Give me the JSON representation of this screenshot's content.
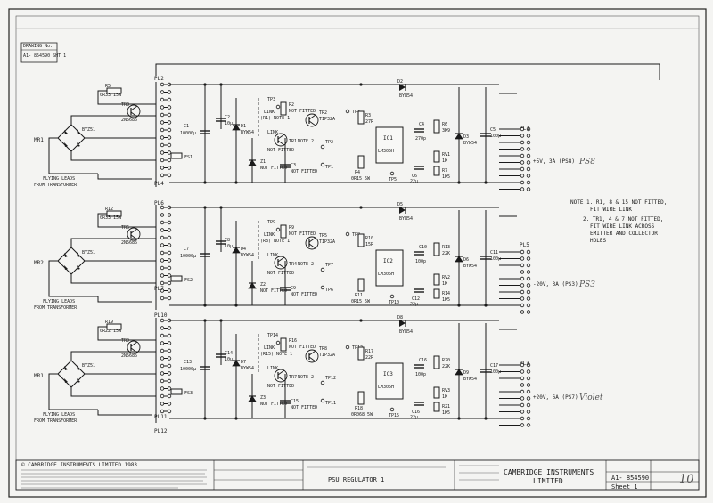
{
  "drawing_number_tab": "A1- 854590  SHT 1",
  "drawing_number_tab_label": "DRAWING No.",
  "tb_title": "PSU  REGULATOR 1",
  "tb_company_1": "CAMBRIDGE INSTRUMENTS",
  "tb_company_2": "LIMITED",
  "tb_drawing_no": "A1- 854590",
  "tb_sheet": "Sheet 1",
  "tb_copyright": "© CAMBRIDGE INSTRUMENTS LIMITED 1983",
  "handwritten_corner": "10",
  "notes": {
    "n1": "NOTE 1.  R1, 8 & 15 NOT FITTED,",
    "n1b": "FIT WIRE LINK",
    "n2": "2. TR1, 4 & 7  NOT FITTED,",
    "n2b": "FIT WIRE LINK ACROSS",
    "n2c": "EMITTER AND COLLECTOR",
    "n2d": "HOLES"
  },
  "connectors": {
    "pl2": "PL2",
    "pl4": "PL4",
    "pl6": "PL6",
    "pl7": "PL7",
    "pl10": "PL10",
    "pl11": "PL11",
    "pl12": "PL12",
    "pl1": "PL1",
    "pl5": "PL5",
    "pl3": "PL3"
  },
  "flying_leads": {
    "line1": "FLYING LEADS",
    "line2": "FROM TRANSFORMER"
  },
  "sections": [
    {
      "bridge": "MR1",
      "bridge_part": "BYZ51",
      "fuse": "FS1",
      "r_sense": "R5",
      "r_sense_val": "0R33 15W",
      "tr_pass": "TR3",
      "tr_pass_part": "2N5686",
      "cap_main": "C1",
      "cap_main_val": "10000µ",
      "cap2": "C2",
      "cap2_val": "10µ",
      "zener": "Z1",
      "zener_note": "NOT FITTED",
      "cap_nf": "C3",
      "cap_nf_note": "NOT FITTED",
      "link": "LINK",
      "link_note": "(R1) NOTE 1",
      "r_top": "R2",
      "r_top_note": "NOT FITTED",
      "tr_drv": "TR2",
      "tr_drv_part": "TIP32A",
      "tr_opt": "TR1",
      "tr_opt_note": "NOTE 2",
      "link2": "LINK",
      "nf": "NOT FITTED",
      "diode_a": "D1",
      "diode_a_part": "BYW54",
      "diode_top": "D2",
      "diode_top_part": "BYW54",
      "r_feed": "R3",
      "r_feed_val": "27R",
      "r_out": "R4",
      "r_out_val": "0R15 5W",
      "ic": "IC1",
      "ic_part": "LM305H",
      "cap_c4": "C4",
      "cap_c4_val": "270p",
      "r6": "R6",
      "r6_val": "3K9",
      "rv": "RV1",
      "rv_val": "1K",
      "r7": "R7",
      "r7_val": "1K5",
      "cap_c6": "C6",
      "cap_c6_val": "22µ",
      "diode_out": "D3",
      "diode_out_part": "BYW54",
      "cap_out": "C5",
      "cap_out_val": "100µ",
      "tp_a": "TP4",
      "tp_b": "TP3",
      "tp_c": "TP2",
      "tp_d": "TP1",
      "tp_e": "TP5",
      "output": "+5V, 3A (PS8)",
      "hand": "PS8"
    },
    {
      "bridge": "MR2",
      "bridge_part": "BYZ51",
      "fuse": "FS2",
      "r_sense": "R12",
      "r_sense_val": "0R33 15W",
      "tr_pass": "TR6",
      "tr_pass_part": "2N5686",
      "cap_main": "C7",
      "cap_main_val": "10000µ",
      "cap2": "C8",
      "cap2_val": "10µ",
      "zener": "Z2",
      "zener_note": "NOT FITTED",
      "cap_nf": "C9",
      "cap_nf_note": "NOT FITTED",
      "link": "LINK",
      "link_note": "(R8) NOTE 1",
      "r_top": "R9",
      "r_top_note": "NOT FITTED",
      "tr_drv": "TR5",
      "tr_drv_part": "TIP32A",
      "tr_opt": "TR4",
      "tr_opt_note": "NOTE 2",
      "link2": "LINK",
      "nf": "NOT FITTED",
      "diode_a": "D4",
      "diode_a_part": "BYW54",
      "diode_top": "D5",
      "diode_top_part": "BYW54",
      "r_feed": "R10",
      "r_feed_val": "15R",
      "r_out": "R11",
      "r_out_val": "0R15 5W",
      "ic": "IC2",
      "ic_part": "LM305H",
      "cap_c4": "C10",
      "cap_c4_val": "100p",
      "r6": "R13",
      "r6_val": "22K",
      "rv": "RV2",
      "rv_val": "1K",
      "r7": "R14",
      "r7_val": "1K5",
      "cap_c6": "C12",
      "cap_c6_val": "22µ",
      "diode_out": "D6",
      "diode_out_part": "BYW54",
      "cap_out": "C11",
      "cap_out_val": "100µ",
      "tp_a": "TP8",
      "tp_b": "TP9",
      "tp_c": "TP7",
      "tp_d": "TP6",
      "tp_e": "TP10",
      "output": "-20V, 3A (PS3)",
      "hand": "PS3"
    },
    {
      "bridge": "MR1",
      "bridge_part": "BYZ51",
      "fuse": "FS3",
      "r_sense": "R19",
      "r_sense_val": "0R22 15W",
      "tr_pass": "TR9",
      "tr_pass_part": "2N5686",
      "cap_main": "C13",
      "cap_main_val": "10000µ",
      "cap2": "C14",
      "cap2_val": "10µ",
      "zener": "Z3",
      "zener_note": "NOT FITTED",
      "cap_nf": "C15",
      "cap_nf_note": "NOT FITTED",
      "link": "LINK",
      "link_note": "(R15) NOTE 1",
      "r_top": "R16",
      "r_top_note": "NOT FITTED",
      "tr_drv": "TR8",
      "tr_drv_part": "TIP32A",
      "tr_opt": "TR7",
      "tr_opt_note": "NOTE 2",
      "link2": "LINK",
      "nf": "NOT FITTED",
      "diode_a": "D7",
      "diode_a_part": "BYW54",
      "diode_top": "D8",
      "diode_top_part": "BYW54",
      "r_feed": "R17",
      "r_feed_val": "22R",
      "r_out": "R18",
      "r_out_val": "0R068 5W",
      "ic": "IC3",
      "ic_part": "LM305H",
      "cap_c4": "C16",
      "cap_c4_val": "100p",
      "r6": "R20",
      "r6_val": "22K",
      "rv": "RV3",
      "rv_val": "1K",
      "r7": "R21",
      "r7_val": "1K5",
      "cap_c6": "C16",
      "cap_c6_val": "22µ",
      "diode_out": "D9",
      "diode_out_part": "BYW54",
      "cap_out": "C17",
      "cap_out_val": "100µ",
      "tp_a": "TP13",
      "tp_b": "TP14",
      "tp_c": "TP12",
      "tp_d": "TP11",
      "tp_e": "TP15",
      "output": "+20V, 6A (PS7)",
      "hand": "Violet"
    }
  ]
}
